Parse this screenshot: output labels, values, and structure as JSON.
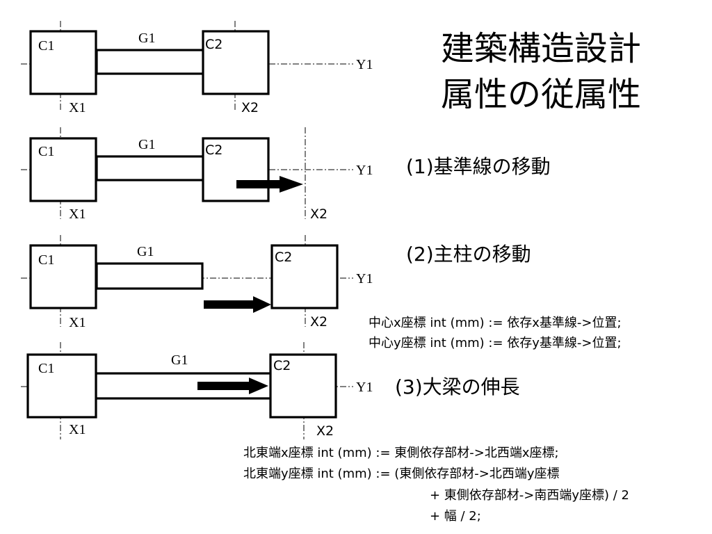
{
  "title": {
    "line1": "建築構造設計",
    "line2": "属性の従属性"
  },
  "labels": {
    "c1": "C1",
    "c2": "C2",
    "g1": "G1",
    "x1": "X1",
    "x2": "X2",
    "y1": "Y1"
  },
  "steps": [
    {
      "heading": "(1)基準線の移動"
    },
    {
      "heading": "(2)主柱の移動",
      "code": [
        "中心x座標 int (mm) := 依存x基準線->位置;",
        "中心y座標 int (mm) := 依存y基準線->位置;"
      ]
    },
    {
      "heading": "(3)大梁の伸長",
      "code": [
        "北東端x座標 int (mm) := 東側依存部材->北西端x座標;",
        "北東端y座標 int (mm) := (東側依存部材->北西端y座標",
        "+ 東側依存部材->南西端y座標) / 2",
        "+ 幅 / 2;"
      ]
    }
  ]
}
